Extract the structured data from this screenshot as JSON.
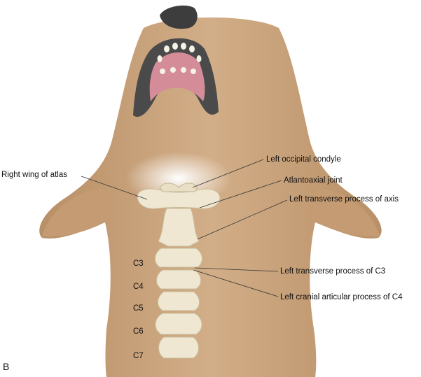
{
  "panel_letter": "B",
  "labels": {
    "right_wing_of_atlas": "Right wing of atlas",
    "left_occipital_condyle": "Left occipital condyle",
    "atlantoaxial_joint": "Atlantoaxial joint",
    "left_transverse_process_axis": "Left transverse process of axis",
    "left_transverse_process_c3": "Left transverse process of C3",
    "left_cranial_articular_process_c4": "Left cranial articular process of C4"
  },
  "vertebrae": [
    "C3",
    "C4",
    "C5",
    "C6",
    "C7"
  ],
  "colors": {
    "fur": "#c9a47e",
    "fur_shadow": "#a8825c",
    "bone": "#f1ebd9",
    "bone_shadow": "#cfc4a6",
    "nose": "#3a3a3a",
    "mouth": "#7a4a52",
    "gum": "#d98f9a"
  }
}
